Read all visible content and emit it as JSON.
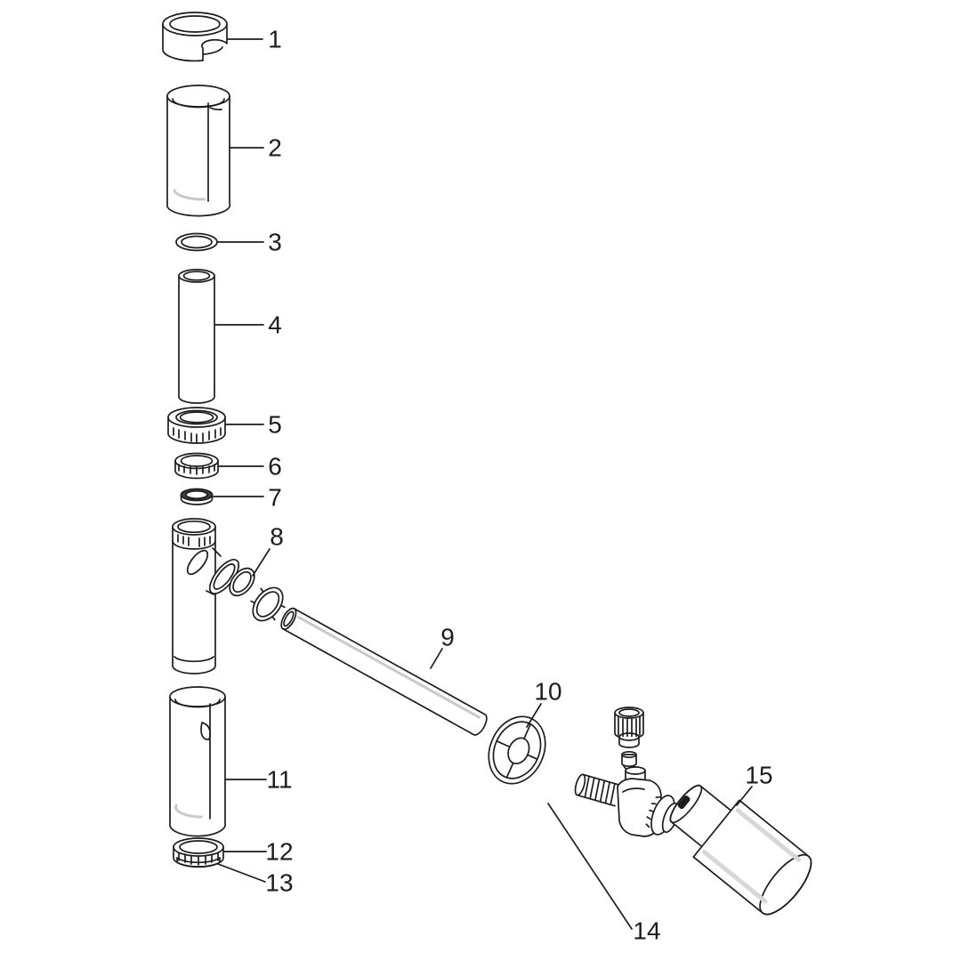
{
  "colors": {
    "background": "#ffffff",
    "line": "#1d1d1b"
  },
  "labels": [
    "1",
    "2",
    "3",
    "4",
    "5",
    "6",
    "7",
    "8",
    "9",
    "10",
    "11",
    "12",
    "13",
    "14",
    "15"
  ]
}
